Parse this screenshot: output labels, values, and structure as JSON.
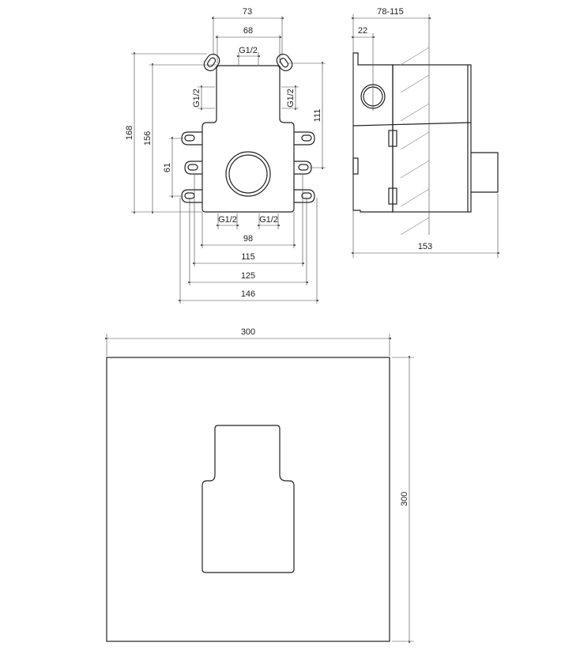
{
  "front_view": {
    "dim_73": "73",
    "dim_68": "68",
    "thread_top": "G1/2",
    "dim_168": "168",
    "dim_156": "156",
    "dim_61": "61",
    "dim_111": "111",
    "thread_left": "G1/2",
    "thread_right": "G1/2",
    "thread_bottom_left": "G1/2",
    "thread_bottom_right": "G1/2",
    "dim_98": "98",
    "dim_115": "115",
    "dim_125": "125",
    "dim_146": "146"
  },
  "side_view": {
    "dim_78_115": "78-115",
    "dim_22": "22",
    "dim_153": "153"
  },
  "cover_plate": {
    "width": "300",
    "height": "300"
  }
}
